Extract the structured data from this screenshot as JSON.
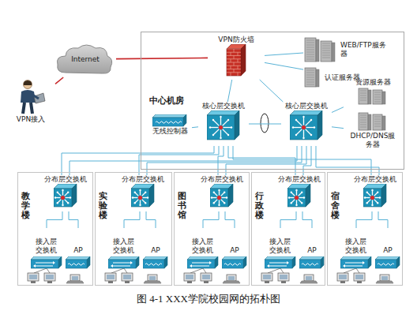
{
  "diagram": {
    "caption": "图 4-1 XXX学院校园网的拓朴图",
    "nodes": [
      {
        "text": [
          "Internet"
        ]
      },
      {
        "text": [
          "VPN接入"
        ]
      },
      {
        "text": [
          "中心机房"
        ]
      },
      {
        "text": [
          "VPN防火墙"
        ],
        "in": 2
      },
      {
        "text": [
          "WEB/FTP服务器"
        ],
        "in": 2
      },
      {
        "text": [
          "认证服务器"
        ],
        "in": 2
      },
      {
        "text": [
          "核心层交换机"
        ],
        "in": 2
      },
      {
        "text": [
          "核心层交换机"
        ],
        "in": 2
      },
      {
        "text": [
          "无线控制器"
        ],
        "in": 2
      },
      {
        "text": [
          "资源服务器"
        ],
        "in": 2
      },
      {
        "text": [
          "DHCP/DNS服务器"
        ],
        "in": 2
      },
      {
        "text": [
          "教学楼"
        ]
      },
      {
        "text": [
          "分布层交换机"
        ],
        "in": 11
      },
      {
        "text": [
          "接入层交换机"
        ],
        "in": 11
      },
      {
        "text": [
          "AP"
        ],
        "in": 11
      },
      {
        "text": [
          "实验楼"
        ]
      },
      {
        "text": [
          "分布层交换机"
        ],
        "in": 15
      },
      {
        "text": [
          "接入层交换机"
        ],
        "in": 15
      },
      {
        "text": [
          "AP"
        ],
        "in": 15
      },
      {
        "text": [
          "图书馆"
        ]
      },
      {
        "text": [
          "分布层交换机"
        ],
        "in": 19
      },
      {
        "text": [
          "接入层交换机"
        ],
        "in": 19
      },
      {
        "text": [
          "AP"
        ],
        "in": 19
      },
      {
        "text": [
          "行政楼"
        ]
      },
      {
        "text": [
          "分布层交换机"
        ],
        "in": 23
      },
      {
        "text": [
          "接入层交换机"
        ],
        "in": 23
      },
      {
        "text": [
          "AP"
        ],
        "in": 23
      },
      {
        "text": [
          "宿舍楼"
        ]
      },
      {
        "text": [
          "分布层交换机"
        ],
        "in": 27
      },
      {
        "text": [
          "接入层交换机"
        ],
        "in": 27
      },
      {
        "text": [
          "AP"
        ],
        "in": 27
      }
    ],
    "edges": [
      {
        "from": 0,
        "to": 1,
        "arrow": "none"
      },
      {
        "from": 0,
        "to": 3,
        "arrow": "none"
      },
      {
        "from": 3,
        "to": 4,
        "arrow": "none"
      },
      {
        "from": 3,
        "to": 5,
        "arrow": "none"
      },
      {
        "from": 3,
        "to": 6,
        "arrow": "none"
      },
      {
        "from": 3,
        "to": 7,
        "arrow": "none"
      },
      {
        "from": 6,
        "to": 7,
        "arrow": "none"
      },
      {
        "from": 6,
        "to": 8,
        "arrow": "none"
      },
      {
        "from": 7,
        "to": 9,
        "arrow": "none"
      },
      {
        "from": 7,
        "to": 10,
        "arrow": "none"
      },
      {
        "from": 6,
        "to": 12,
        "arrow": "none"
      },
      {
        "from": 6,
        "to": 16,
        "arrow": "none"
      },
      {
        "from": 6,
        "to": 20,
        "arrow": "none"
      },
      {
        "from": 6,
        "to": 24,
        "arrow": "none"
      },
      {
        "from": 6,
        "to": 28,
        "arrow": "none"
      },
      {
        "from": 7,
        "to": 12,
        "arrow": "none"
      },
      {
        "from": 7,
        "to": 16,
        "arrow": "none"
      },
      {
        "from": 7,
        "to": 20,
        "arrow": "none"
      },
      {
        "from": 7,
        "to": 24,
        "arrow": "none"
      },
      {
        "from": 7,
        "to": 28,
        "arrow": "none"
      },
      {
        "from": 12,
        "to": 13,
        "arrow": "none"
      },
      {
        "from": 12,
        "to": 14,
        "arrow": "none"
      },
      {
        "from": 16,
        "to": 17,
        "arrow": "none"
      },
      {
        "from": 16,
        "to": 18,
        "arrow": "none"
      },
      {
        "from": 20,
        "to": 21,
        "arrow": "none"
      },
      {
        "from": 20,
        "to": 22,
        "arrow": "none"
      },
      {
        "from": 24,
        "to": 25,
        "arrow": "none"
      },
      {
        "from": 24,
        "to": 26,
        "arrow": "none"
      },
      {
        "from": 28,
        "to": 29,
        "arrow": "none"
      },
      {
        "from": 28,
        "to": 30,
        "arrow": "none"
      }
    ]
  }
}
